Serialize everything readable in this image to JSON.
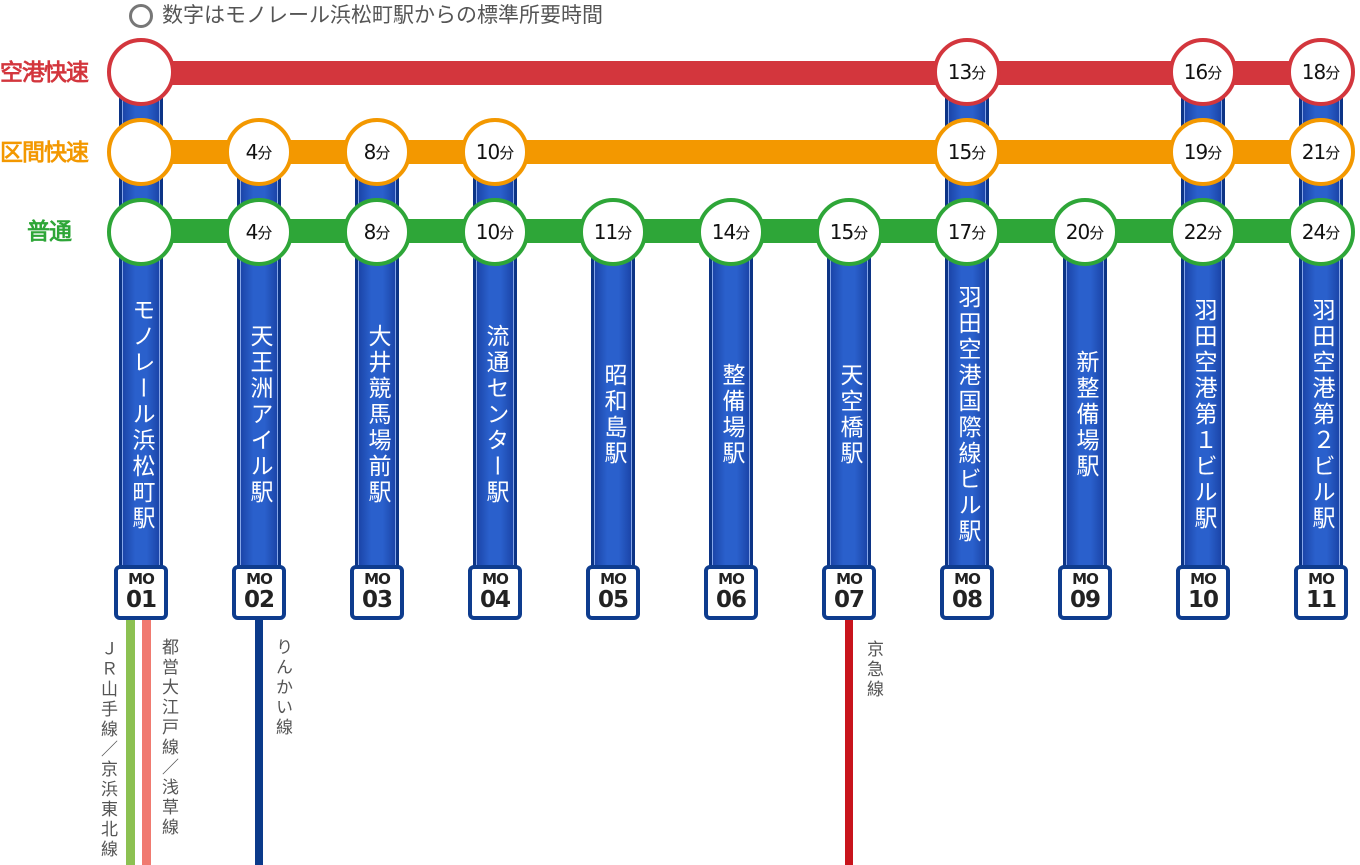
{
  "legend": {
    "text": "数字はモノレール浜松町駅からの標準所要時間"
  },
  "time_unit": "分",
  "services": {
    "airport_rapid": {
      "name": "空港快速",
      "color": "#d3363d"
    },
    "section_rapid": {
      "name": "区間快速",
      "color": "#f39800"
    },
    "local": {
      "name": "普通",
      "color": "#2ea638"
    }
  },
  "stations": [
    {
      "code_prefix": "MO",
      "code_number": "01",
      "name": "モノレール浜松町駅",
      "airport_rapid": "",
      "section_rapid": "",
      "local": ""
    },
    {
      "code_prefix": "MO",
      "code_number": "02",
      "name": "天王洲アイル駅",
      "airport_rapid": null,
      "section_rapid": "4",
      "local": "4"
    },
    {
      "code_prefix": "MO",
      "code_number": "03",
      "name": "大井競馬場前駅",
      "airport_rapid": null,
      "section_rapid": "8",
      "local": "8"
    },
    {
      "code_prefix": "MO",
      "code_number": "04",
      "name": "流通センター駅",
      "airport_rapid": null,
      "section_rapid": "10",
      "local": "10"
    },
    {
      "code_prefix": "MO",
      "code_number": "05",
      "name": "昭和島駅",
      "airport_rapid": null,
      "section_rapid": null,
      "local": "11"
    },
    {
      "code_prefix": "MO",
      "code_number": "06",
      "name": "整備場駅",
      "airport_rapid": null,
      "section_rapid": null,
      "local": "14"
    },
    {
      "code_prefix": "MO",
      "code_number": "07",
      "name": "天空橋駅",
      "airport_rapid": null,
      "section_rapid": null,
      "local": "15"
    },
    {
      "code_prefix": "MO",
      "code_number": "08",
      "name": "羽田空港国際線ビル駅",
      "airport_rapid": "13",
      "section_rapid": "15",
      "local": "17"
    },
    {
      "code_prefix": "MO",
      "code_number": "09",
      "name": "新整備場駅",
      "airport_rapid": null,
      "section_rapid": null,
      "local": "20"
    },
    {
      "code_prefix": "MO",
      "code_number": "10",
      "name": "羽田空港第１ビル駅",
      "airport_rapid": "16",
      "section_rapid": "19",
      "local": "22"
    },
    {
      "code_prefix": "MO",
      "code_number": "11",
      "name": "羽田空港第２ビル駅",
      "airport_rapid": "18",
      "section_rapid": "21",
      "local": "24"
    }
  ],
  "transfers": [
    {
      "station": "MO01",
      "label": "ＪＲ山手線／京浜東北線",
      "color": "#8cc152"
    },
    {
      "station": "MO01",
      "label": "都営大江戸線／浅草線",
      "color": "#f07a70"
    },
    {
      "station": "MO02",
      "label": "りんかい線",
      "color": "#0b3a8a"
    },
    {
      "station": "MO07",
      "label": "京急線",
      "color": "#c8141c"
    }
  ]
}
